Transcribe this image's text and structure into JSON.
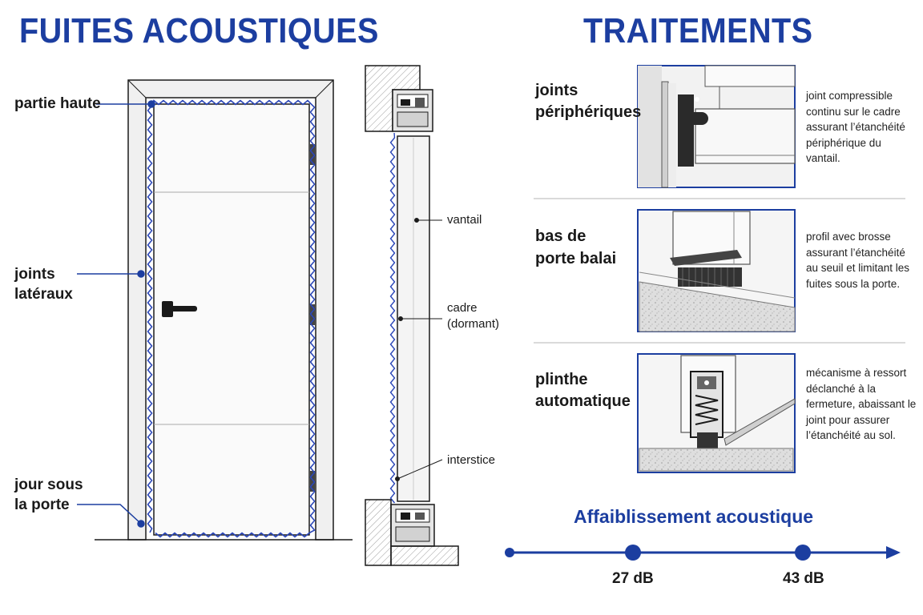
{
  "left": {
    "title": "FUITES ACOUSTIQUES",
    "labels": {
      "top": "partie haute",
      "sides_1": "joints",
      "sides_2": "latéraux",
      "bottom_1": "jour sous",
      "bottom_2": "la porte"
    },
    "section_labels": {
      "leaf": "vantail",
      "frame_1": "cadre",
      "frame_2": "(dormant)",
      "gap": "interstice"
    }
  },
  "right": {
    "title": "TRAITEMENTS",
    "treatments": [
      {
        "name_1": "joints",
        "name_2": "périphériques",
        "desc": "joint compressible continu sur le cadre assurant l’étanchéité périphérique du vantail."
      },
      {
        "name_1": "bas de",
        "name_2": "porte balai",
        "desc": "profil avec brosse assurant l’étanchéité au seuil et limitant les fuites sous la porte."
      },
      {
        "name_1": "plinthe",
        "name_2": "automatique",
        "desc": "mécanisme à ressort déclanché à la fermeture, abaissant le joint pour assurer l’étanchéité au sol."
      }
    ],
    "scale": {
      "title": "Affaiblissement acoustique",
      "points": [
        {
          "value": "27 dB"
        },
        {
          "value": "43 dB"
        }
      ]
    }
  },
  "colors": {
    "accent": "#1c3ea0",
    "line": "#1a1a1a",
    "gray": "#cfcfcf"
  }
}
